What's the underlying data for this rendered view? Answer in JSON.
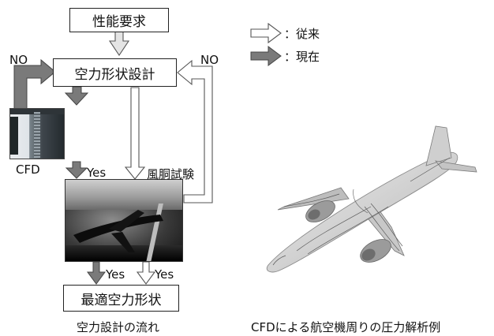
{
  "flow": {
    "requirements": "性能要求",
    "shape_design": "空力形状設計",
    "optimal_shape": "最適空力形状",
    "cfd_label": "CFD",
    "wind_tunnel_label": "風胴試験",
    "no_left": "NO",
    "no_right": "NO",
    "yes_cfd": "Yes",
    "yes_left": "Yes",
    "yes_right": "Yes",
    "caption": "空力設計の流れ"
  },
  "legend": {
    "conventional": "：従来",
    "current": "：現在",
    "conventional_color": "#d2d2d2",
    "current_color": "#7a7a7a"
  },
  "airplane": {
    "caption": "CFDによる航空機周りの圧力解析例",
    "body_color": "#d4d4d4",
    "contour_color": "#555555"
  }
}
